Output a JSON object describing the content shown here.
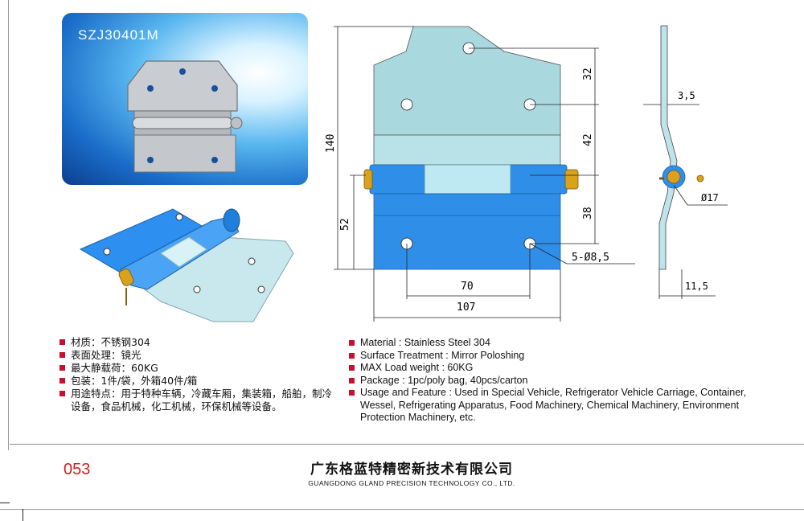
{
  "product": {
    "model": "SZJ30401M"
  },
  "drawing": {
    "dim_32": "32",
    "dim_42": "42",
    "dim_38": "38",
    "dim_140": "140",
    "dim_52": "52",
    "dim_70": "70",
    "dim_107": "107",
    "dim_holes": "5-Ø8,5",
    "dim_thickness": "3,5",
    "dim_pin": "Ø17",
    "dim_depth": "11,5"
  },
  "specs_cn": [
    "材质：不锈钢304",
    "表面处理：镜光",
    "最大静载荷：60KG",
    "包装：1件/袋，外箱40件/箱",
    "用途特点：用于特种车辆，冷藏车厢，集装箱，船舶，制冷设备，食品机械，化工机械，环保机械等设备。"
  ],
  "specs_en": [
    "Material : Stainless Steel 304",
    "Surface Treatment : Mirror Poloshing",
    "MAX Load weight : 60KG",
    "Package : 1pc/poly bag,  40pcs/carton",
    "Usage and Feature : Used in Special Vehicle, Refrigerator Vehicle Carriage, Container, Wessel, Refrigerating Apparatus, Food Machinery, Chemical Machinery, Environment Protection Machinery, etc."
  ],
  "footer": {
    "page_number": "053",
    "company_cn": "广东格蓝特精密新技术有限公司",
    "company_en": "GUANGDONG GLAND PRECISION TECHNOLOGY CO., LTD."
  },
  "colors": {
    "accent_red": "#c8102e",
    "plate_light": "#a9d9df",
    "plate_blue": "#2f8fe8",
    "brass": "#d9a21a"
  }
}
